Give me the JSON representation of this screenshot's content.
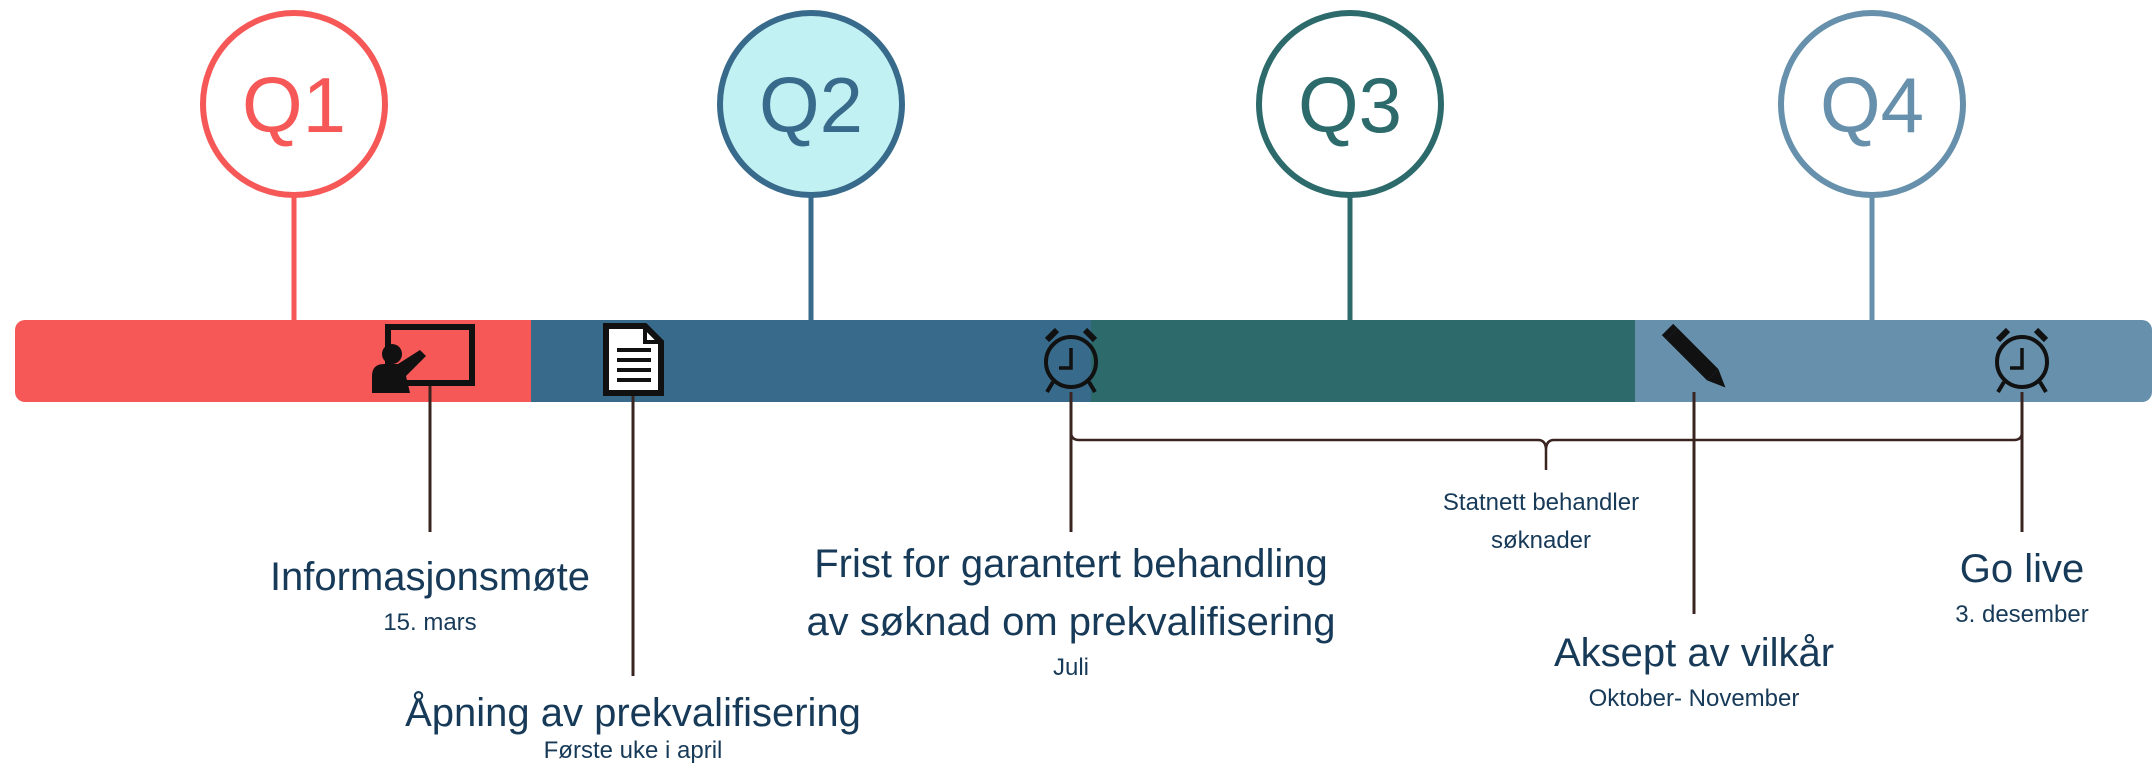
{
  "quarters": [
    {
      "label": "Q1",
      "color": "#f65858",
      "fill": "#ffffff"
    },
    {
      "label": "Q2",
      "color": "#386b8b",
      "fill": "#c2f1f3"
    },
    {
      "label": "Q3",
      "color": "#2c6a6b",
      "fill": "#ffffff"
    },
    {
      "label": "Q4",
      "color": "#6690ab",
      "fill": "#ffffff"
    }
  ],
  "milestones": [
    {
      "title": "Informasjonsmøte",
      "date": "15. mars",
      "icon": "presentation-icon"
    },
    {
      "title": "Åpning av prekvalifisering",
      "date": "Første uke i april",
      "icon": "document-icon"
    },
    {
      "title_line1": "Frist for garantert behandling",
      "title_line2": "av søknad om prekvalifisering",
      "date": "Juli",
      "icon": "alarm-clock-icon"
    },
    {
      "title": "Aksept av vilkår",
      "date": "Oktober- November",
      "icon": "pencil-icon"
    },
    {
      "title": "Go live",
      "date": "3. desember",
      "icon": "alarm-clock-icon"
    }
  ],
  "span": {
    "line1": "Statnett behandler",
    "line2": "søknader"
  }
}
